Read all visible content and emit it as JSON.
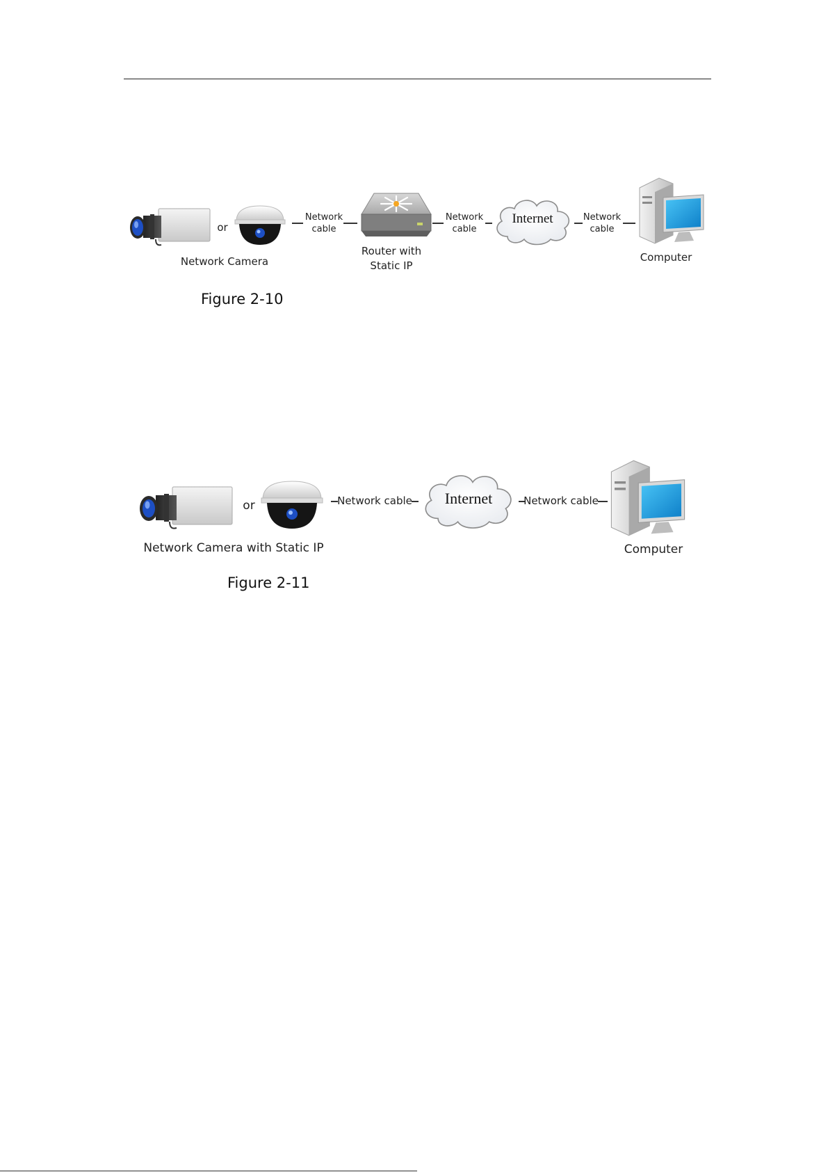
{
  "figure_2_10": {
    "caption": "Figure 2-10",
    "camera_label": "Network Camera",
    "or_label": "or",
    "cable1": {
      "line1": "Network",
      "line2": "cable"
    },
    "router_label": {
      "line1": "Router with",
      "line2": "Static IP"
    },
    "cable2": {
      "line1": "Network",
      "line2": "cable"
    },
    "internet_label": "Internet",
    "cable3": {
      "line1": "Network",
      "line2": "cable"
    },
    "computer_label": "Computer"
  },
  "figure_2_11": {
    "caption": "Figure 2-11",
    "camera_label": "Network Camera with Static IP",
    "or_label": "or",
    "cable1": "Network cable",
    "internet_label": "Internet",
    "cable2": "Network cable",
    "computer_label": "Computer"
  },
  "colors": {
    "lens_blue": "#1d4fc4",
    "screen_blue": "#1aa6e8",
    "line": "#333333"
  },
  "icons": [
    "box-camera-icon",
    "dome-camera-icon",
    "router-icon",
    "cloud-icon",
    "computer-icon"
  ]
}
